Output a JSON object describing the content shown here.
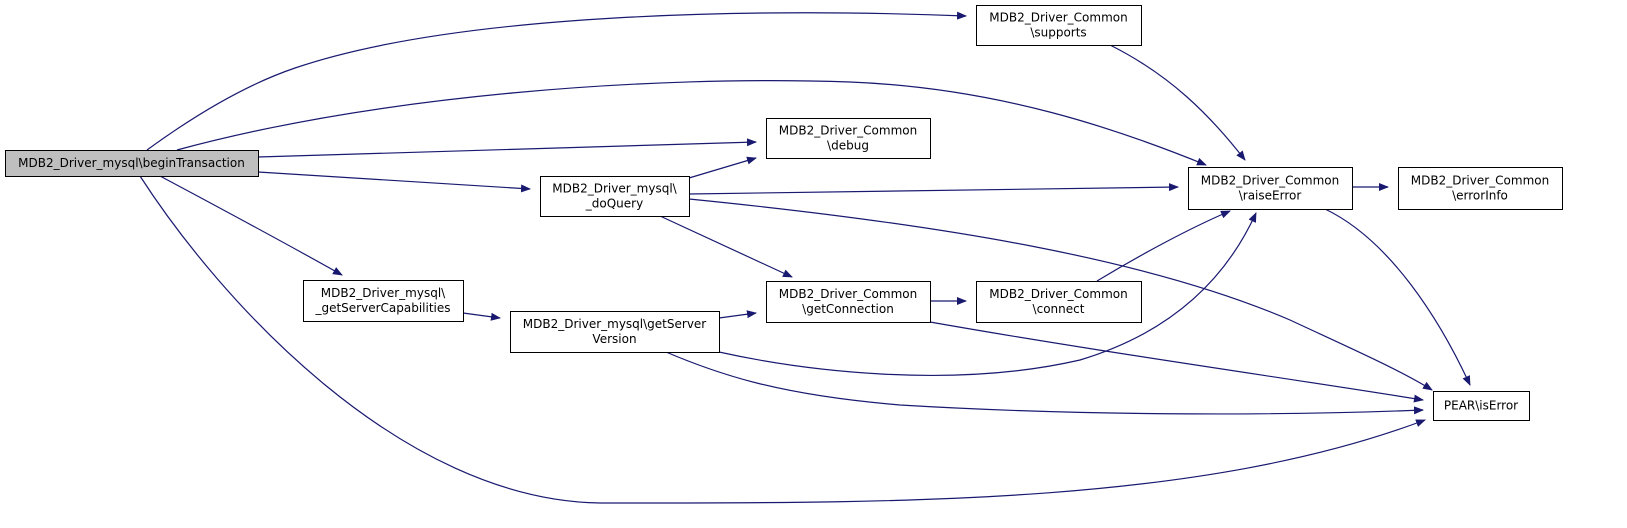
{
  "diagram": {
    "colors": {
      "edge": "#191970",
      "root_fill": "#bfbfbf",
      "node_fill": "#ffffff",
      "border": "#000000"
    },
    "nodes": [
      {
        "id": "begin",
        "lines": [
          "MDB2_Driver_mysql\\beginTransaction"
        ],
        "root": true
      },
      {
        "id": "supports",
        "lines": [
          "MDB2_Driver_Common",
          "\\supports"
        ]
      },
      {
        "id": "debug",
        "lines": [
          "MDB2_Driver_Common",
          "\\debug"
        ]
      },
      {
        "id": "doQuery",
        "lines": [
          "MDB2_Driver_mysql\\",
          "_doQuery"
        ]
      },
      {
        "id": "raiseError",
        "lines": [
          "MDB2_Driver_Common",
          "\\raiseError"
        ]
      },
      {
        "id": "errorInfo",
        "lines": [
          "MDB2_Driver_Common",
          "\\errorInfo"
        ]
      },
      {
        "id": "getServerCap",
        "lines": [
          "MDB2_Driver_mysql\\",
          "_getServerCapabilities"
        ]
      },
      {
        "id": "getServerVer",
        "lines": [
          "MDB2_Driver_mysql\\getServer",
          "Version"
        ]
      },
      {
        "id": "getConnection",
        "lines": [
          "MDB2_Driver_Common",
          "\\getConnection"
        ]
      },
      {
        "id": "connect",
        "lines": [
          "MDB2_Driver_Common",
          "\\connect"
        ]
      },
      {
        "id": "isError",
        "lines": [
          "PEAR\\isError"
        ]
      }
    ],
    "edges": [
      {
        "from": "begin",
        "to": "supports"
      },
      {
        "from": "begin",
        "to": "raiseError"
      },
      {
        "from": "begin",
        "to": "debug"
      },
      {
        "from": "begin",
        "to": "doQuery"
      },
      {
        "from": "begin",
        "to": "getServerCap"
      },
      {
        "from": "begin",
        "to": "isError"
      },
      {
        "from": "supports",
        "to": "raiseError"
      },
      {
        "from": "doQuery",
        "to": "debug"
      },
      {
        "from": "doQuery",
        "to": "raiseError"
      },
      {
        "from": "doQuery",
        "to": "getConnection"
      },
      {
        "from": "doQuery",
        "to": "isError"
      },
      {
        "from": "raiseError",
        "to": "errorInfo"
      },
      {
        "from": "raiseError",
        "to": "isError"
      },
      {
        "from": "getServerCap",
        "to": "getServerVer"
      },
      {
        "from": "getServerVer",
        "to": "getConnection"
      },
      {
        "from": "getServerVer",
        "to": "raiseError"
      },
      {
        "from": "getServerVer",
        "to": "isError"
      },
      {
        "from": "getConnection",
        "to": "connect"
      },
      {
        "from": "getConnection",
        "to": "isError"
      },
      {
        "from": "connect",
        "to": "raiseError"
      }
    ]
  }
}
